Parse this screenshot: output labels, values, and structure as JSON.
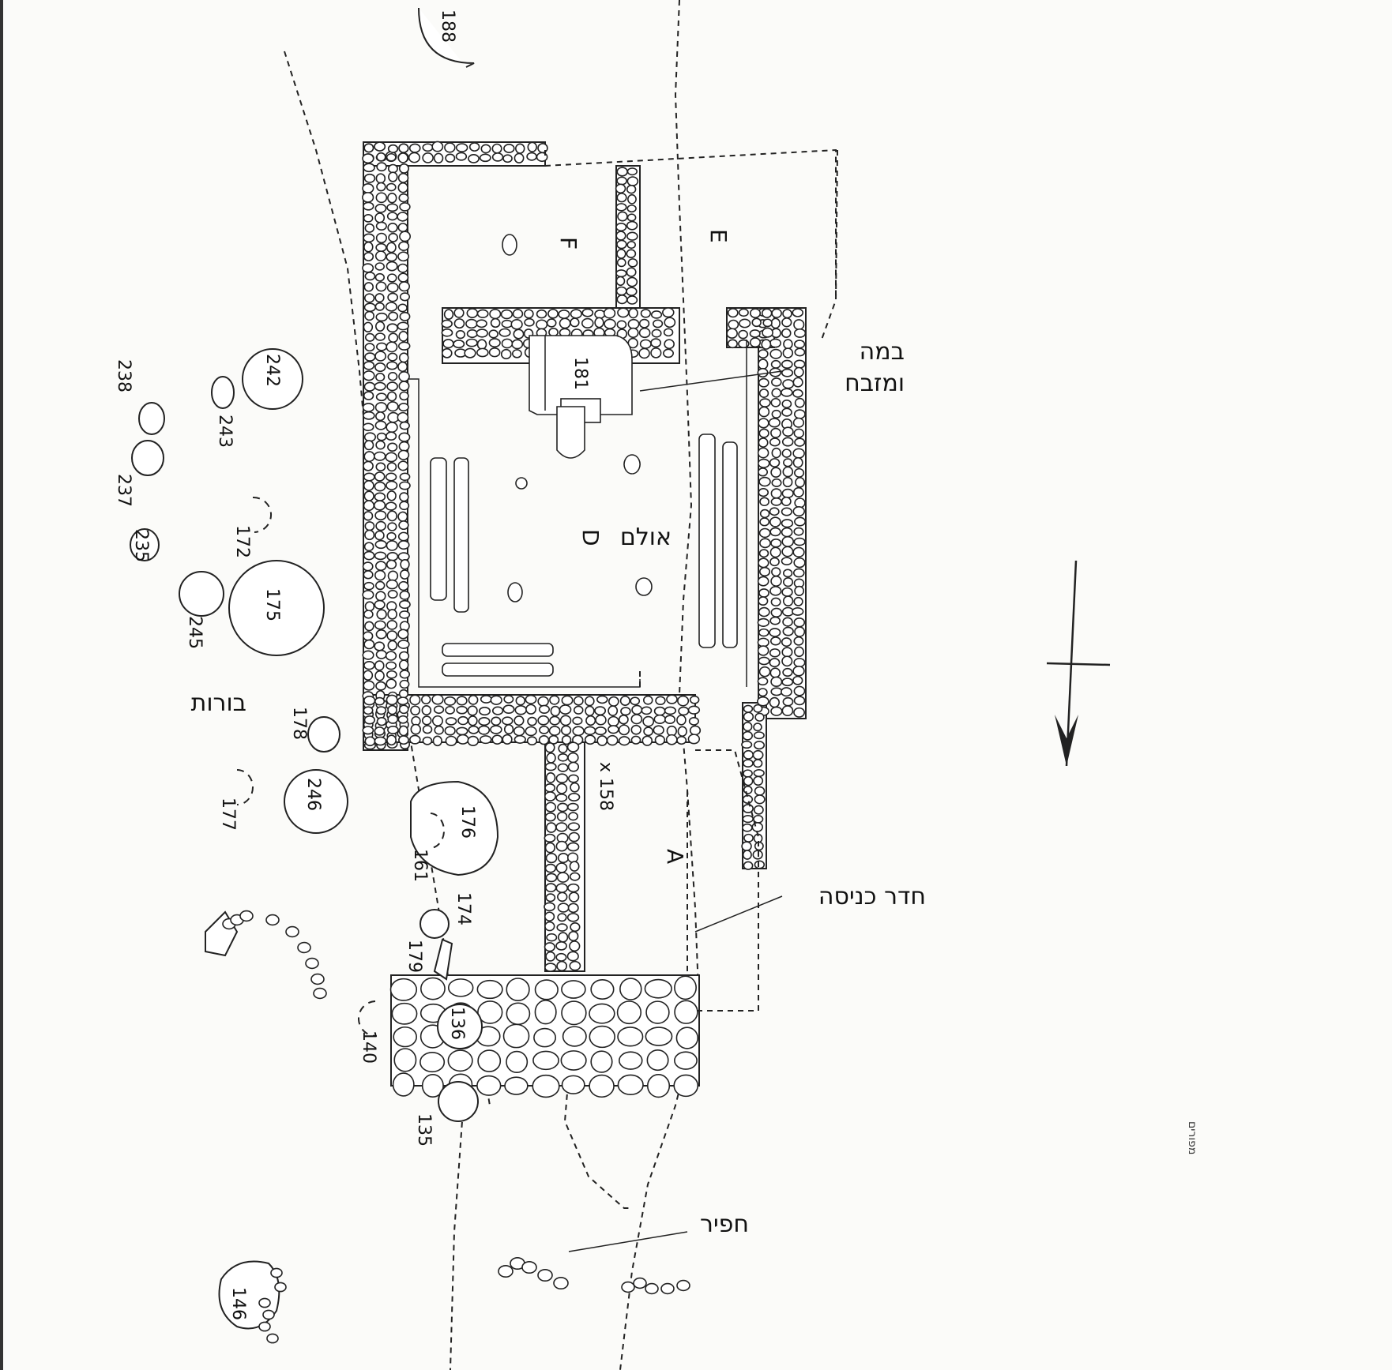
{
  "labels": {
    "bama": "במה",
    "mizbeach": "ומזבח",
    "ulam": "אולם",
    "borot": "בורות",
    "entrance_room": "חדר כניסה",
    "hafir": "חפיר",
    "caption": "מפורים"
  },
  "room_letters": {
    "A": "A",
    "D": "D",
    "E": "E",
    "F": "F"
  },
  "features": [
    {
      "id": "f188",
      "text": "188"
    },
    {
      "id": "f181",
      "text": "181"
    },
    {
      "id": "f242",
      "text": "242"
    },
    {
      "id": "f243",
      "text": "243"
    },
    {
      "id": "f238",
      "text": "238"
    },
    {
      "id": "f237",
      "text": "237"
    },
    {
      "id": "f172",
      "text": "172"
    },
    {
      "id": "f235",
      "text": "235"
    },
    {
      "id": "f175",
      "text": "175"
    },
    {
      "id": "f245",
      "text": "245"
    },
    {
      "id": "f178",
      "text": "178"
    },
    {
      "id": "f246",
      "text": "246"
    },
    {
      "id": "f177",
      "text": "177"
    },
    {
      "id": "f176",
      "text": "176"
    },
    {
      "id": "f161",
      "text": "161"
    },
    {
      "id": "f174",
      "text": "174"
    },
    {
      "id": "f179",
      "text": "179"
    },
    {
      "id": "f136",
      "text": "136"
    },
    {
      "id": "f140",
      "text": "140"
    },
    {
      "id": "f135",
      "text": "135"
    },
    {
      "id": "f146",
      "text": "146"
    }
  ],
  "elevation_point": "x 158",
  "colors": {
    "ink": "#222222",
    "paper": "#fbfbf9"
  }
}
